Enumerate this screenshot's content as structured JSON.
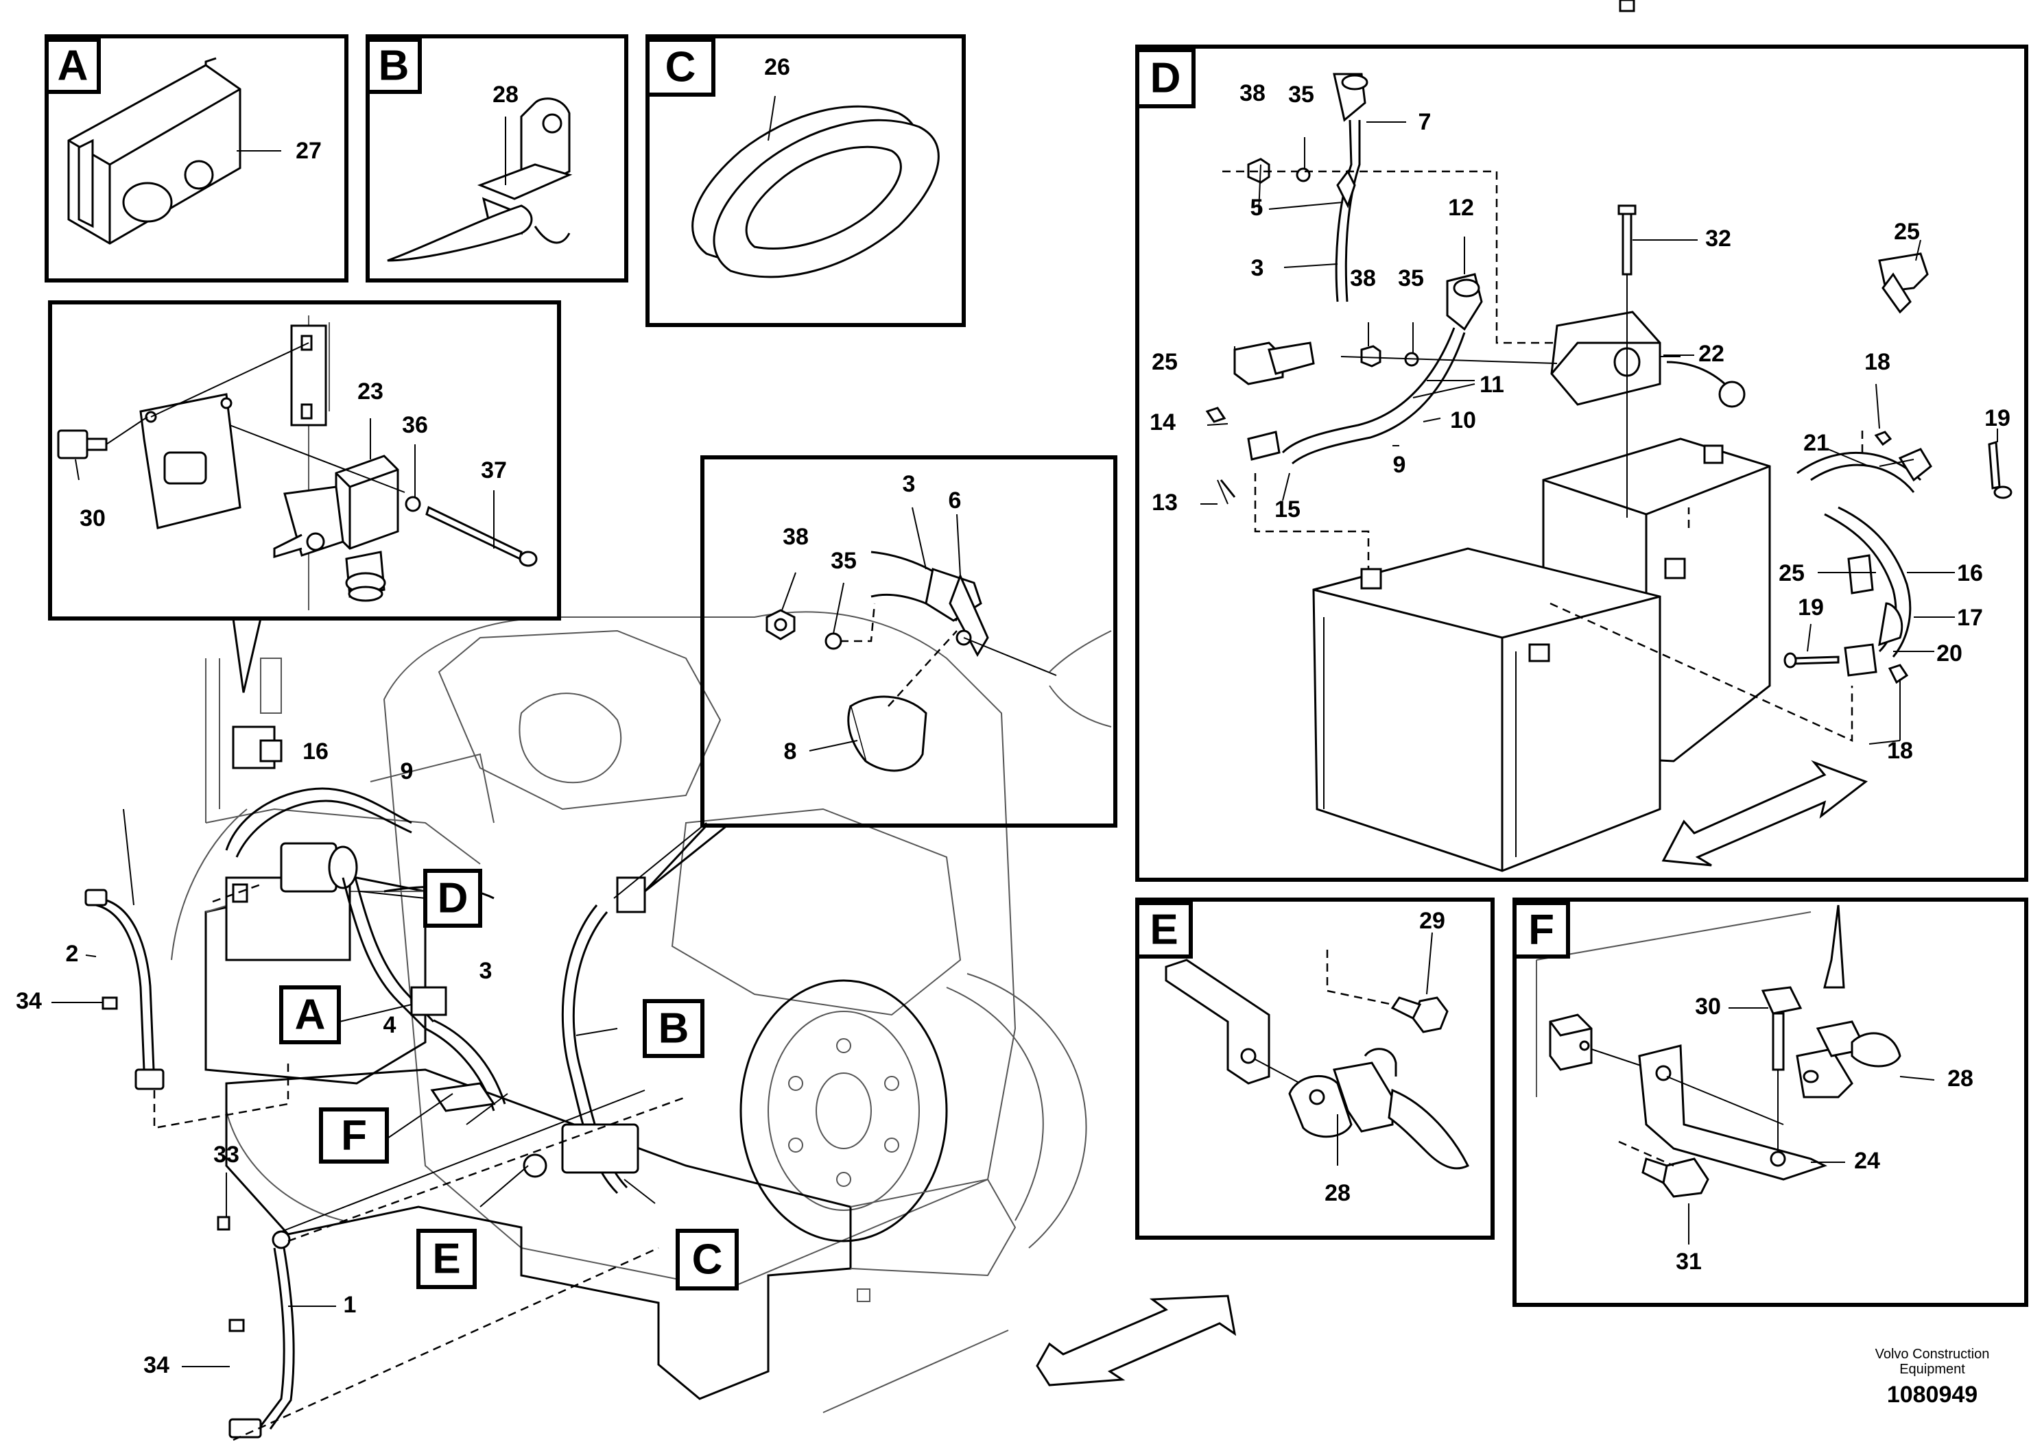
{
  "footer": {
    "company_line1": "Volvo Construction",
    "company_line2": "Equipment",
    "drawing_number": "1080949"
  },
  "panel_labels": {
    "A": "A",
    "B": "B",
    "C": "C",
    "D": "D",
    "E": "E",
    "F": "F"
  },
  "callouts": {
    "p1": "1",
    "p2": "2",
    "p3": "3",
    "p3b": "3",
    "p3c": "3",
    "p4": "4",
    "p5": "5",
    "p6": "6",
    "p7": "7",
    "p8": "8",
    "p9": "9",
    "p9b": "9",
    "p10": "10",
    "p11": "11",
    "p12": "12",
    "p13": "13",
    "p14": "14",
    "p15": "15",
    "p16": "16",
    "p16b": "16",
    "p17": "17",
    "p18": "18",
    "p18b": "18",
    "p19": "19",
    "p19b": "19",
    "p20": "20",
    "p21": "21",
    "p22": "22",
    "p23": "23",
    "p24": "24",
    "p25": "25",
    "p25b": "25",
    "p25c": "25",
    "p26": "26",
    "p27": "27",
    "p28": "28",
    "p28b": "28",
    "p28c": "28",
    "p29": "29",
    "p30": "30",
    "p30b": "30",
    "p31": "31",
    "p32": "32",
    "p33": "33",
    "p34": "34",
    "p34b": "34",
    "p35": "35",
    "p35b": "35",
    "p35c": "35",
    "p36": "36",
    "p37": "37",
    "p38": "38",
    "p38b": "38",
    "p38c": "38"
  }
}
